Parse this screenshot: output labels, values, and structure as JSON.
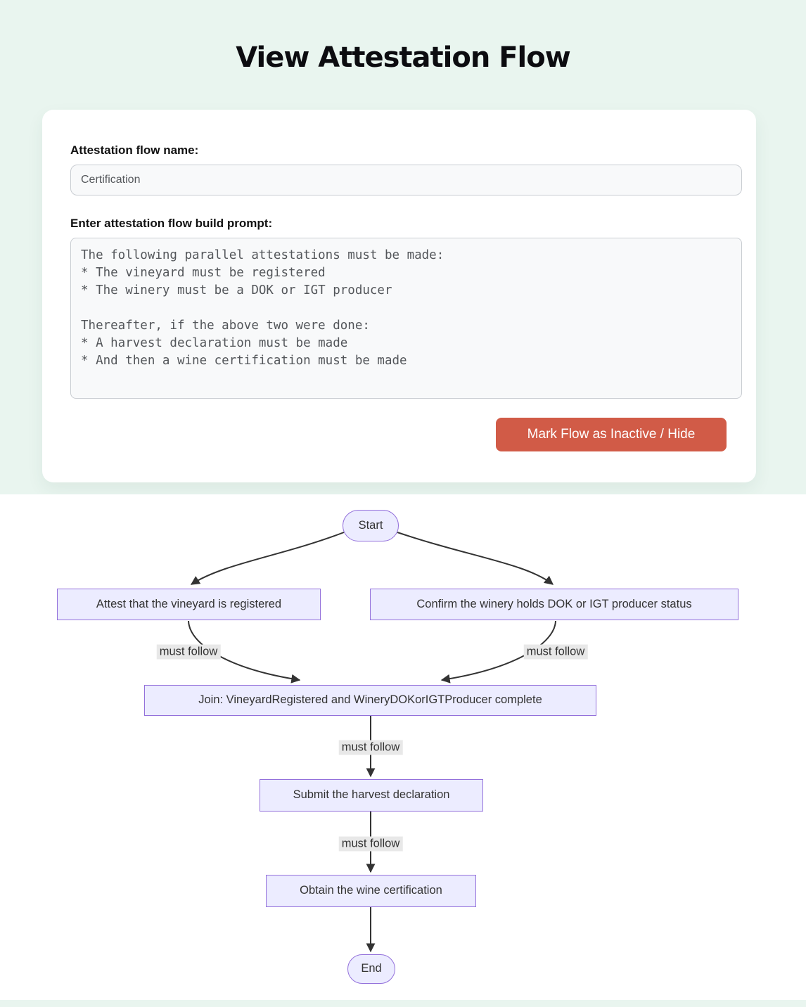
{
  "page": {
    "title": "View Attestation Flow",
    "background_color": "#e9f5ef"
  },
  "form": {
    "name_label": "Attestation flow name:",
    "name_value": "Certification",
    "prompt_label": "Enter attestation flow build prompt:",
    "prompt_value": "The following parallel attestations must be made:\n* The vineyard must be registered\n* The winery must be a DOK or IGT producer\n\nThereafter, if the above two were done:\n* A harvest declaration must be made\n* And then a wine certification must be made",
    "inactive_button_label": "Mark Flow as Inactive / Hide",
    "inactive_button_color": "#d15b47"
  },
  "diagram": {
    "type": "flowchart",
    "direction": "top-down",
    "nodes": [
      {
        "id": "start",
        "shape": "stadium",
        "label": "Start"
      },
      {
        "id": "vineyard",
        "shape": "rect",
        "label": "Attest that the vineyard is registered"
      },
      {
        "id": "winery",
        "shape": "rect",
        "label": "Confirm the winery holds DOK or IGT producer status"
      },
      {
        "id": "join",
        "shape": "rect",
        "label": "Join: VineyardRegistered and WineryDOKorIGTProducer complete"
      },
      {
        "id": "harvest",
        "shape": "rect",
        "label": "Submit the harvest declaration"
      },
      {
        "id": "certification",
        "shape": "rect",
        "label": "Obtain the wine certification"
      },
      {
        "id": "end",
        "shape": "stadium",
        "label": "End"
      }
    ],
    "edges": [
      {
        "from": "start",
        "to": "vineyard",
        "label": ""
      },
      {
        "from": "start",
        "to": "winery",
        "label": ""
      },
      {
        "from": "vineyard",
        "to": "join",
        "label": "must follow"
      },
      {
        "from": "winery",
        "to": "join",
        "label": "must follow"
      },
      {
        "from": "join",
        "to": "harvest",
        "label": "must follow"
      },
      {
        "from": "harvest",
        "to": "certification",
        "label": "must follow"
      },
      {
        "from": "certification",
        "to": "end",
        "label": ""
      }
    ],
    "colors": {
      "node_fill": "#ECECFF",
      "node_border": "#9370DB",
      "edge": "#333333",
      "edge_label_bg": "#e8e8e8",
      "text": "#333333"
    }
  }
}
